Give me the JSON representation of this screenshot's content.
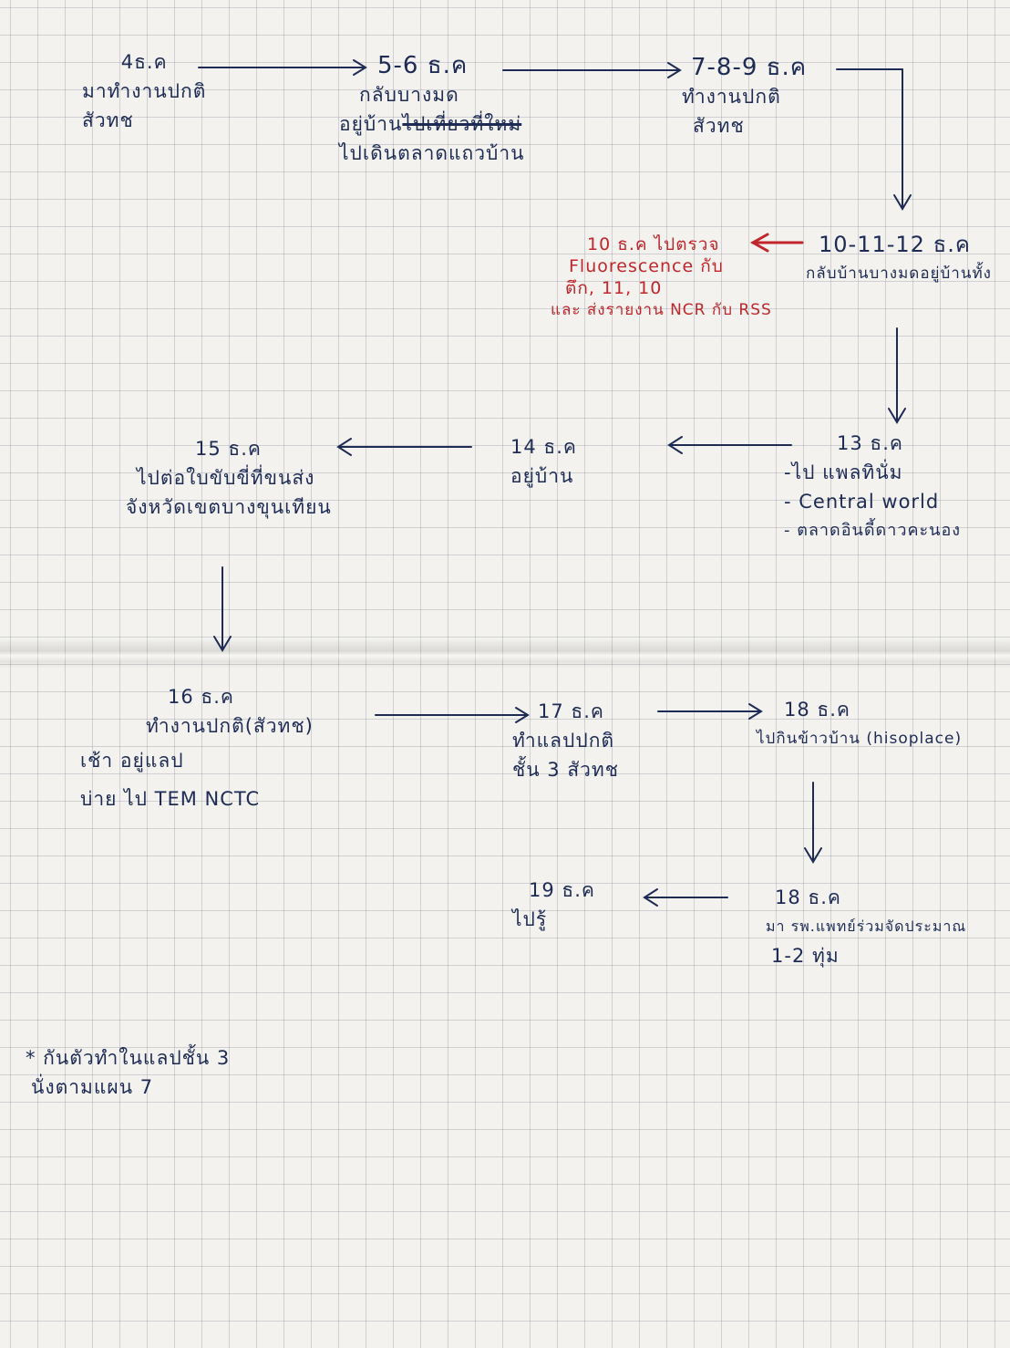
{
  "notes": {
    "n1": {
      "date": "4ธ.ค",
      "lines": [
        "มาทำงานปกติ",
        "สัวทช"
      ]
    },
    "n2": {
      "date": "5-6 ธ.ค",
      "lines": [
        "กลับบางมด",
        "อยู่บ้าน",
        "ไปเดินตลาดแถวบ้าน"
      ],
      "struck": "ไปเที่ยวที่ใหม่"
    },
    "n3": {
      "date": "7-8-9 ธ.ค",
      "lines": [
        "ทำงานปกติ",
        "สัวทช"
      ]
    },
    "n4": {
      "date": "10-11-12 ธ.ค",
      "lines": [
        "กลับบ้านบางมดอยู่บ้านทั้ง"
      ]
    },
    "n5": {
      "date": "10 ธ.ค ไปตรวจ",
      "lines": [
        "Fluorescence กับ",
        "ตึก, 11, 10",
        "และ ส่งรายงาน NCR กับ RSS"
      ]
    },
    "n6": {
      "date": "13 ธ.ค",
      "lines": [
        "-ไป แพลทินั่ม",
        "- Central world",
        "- ตลาดอินดี้ดาวคะนอง"
      ]
    },
    "n7": {
      "date": "14 ธ.ค",
      "lines": [
        "อยู่บ้าน"
      ]
    },
    "n8": {
      "date": "15 ธ.ค",
      "lines": [
        "ไปต่อใบขับขี่ที่ขนส่ง",
        "จังหวัดเขตบางขุนเทียน"
      ]
    },
    "n9": {
      "date": "16 ธ.ค",
      "lines": [
        "ทำงานปกติ(สัวทช)",
        "เช้า อยู่แลป",
        "บ่าย ไป TEM NCTC"
      ]
    },
    "n10": {
      "date": "17 ธ.ค",
      "lines": [
        "ทำแลปปกติ",
        "ชั้น 3 สัวทช"
      ]
    },
    "n11": {
      "date": "18 ธ.ค",
      "lines": [
        "ไปกินข้าวบ้าน (hisoplace)"
      ]
    },
    "n12": {
      "date": "18 ธ.ค",
      "lines": [
        "มา รพ.แพทย์ร่วมจัดประมาณ",
        "1-2 ทุ่ม"
      ]
    },
    "n13": {
      "date": "19 ธ.ค",
      "lines": [
        "ไปรู้"
      ]
    },
    "n14": {
      "date": "",
      "lines": [
        "* กันตัวทำในแลปชั้น 3",
        "นั่งตามแผน 7"
      ]
    }
  },
  "colors": {
    "ink": "#1d2b55",
    "red_ink": "#c0262c",
    "paper": "#f3f2ee",
    "grid": "#9a9aa8"
  }
}
